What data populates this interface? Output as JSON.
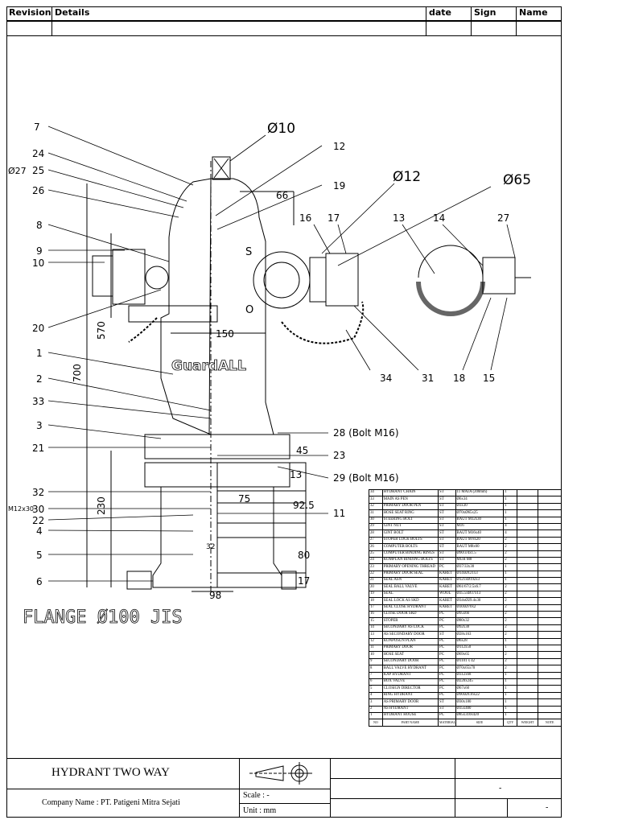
{
  "revision_block": {
    "revision": "Revision",
    "details": "Details",
    "date": "date",
    "sign": "Sign",
    "name": "Name"
  },
  "callouts": {
    "d10": "Ø10",
    "d12": "Ø12",
    "d65": "Ø65",
    "d27": "Ø27",
    "m12": "M12x30",
    "n1": "1",
    "n2": "2",
    "n3": "3",
    "n4": "4",
    "n5": "5",
    "n6": "6",
    "n7": "7",
    "n8": "8",
    "n9": "9",
    "n10": "10",
    "n11": "11",
    "n12": "12",
    "n13": "13",
    "n14": "14",
    "n15": "15",
    "n16": "16",
    "n17": "17",
    "n18": "18",
    "n19": "19",
    "n20": "20",
    "n21": "21",
    "n22": "22",
    "n23": "23",
    "n24": "24",
    "n25": "25",
    "n26": "26",
    "n27": "27",
    "n28": "28 (Bolt M16)",
    "n29": "29 (Bolt M16)",
    "n30": "30",
    "n31": "31",
    "n32": "32",
    "n33": "33",
    "n34": "34"
  },
  "dimensions": {
    "d66": "66",
    "d150": "150",
    "d570": "570",
    "d700": "700",
    "d45": "45",
    "d13": "13",
    "d75": "75",
    "d925": "92.5",
    "d230": "230",
    "d80": "80",
    "d17": "17",
    "d98": "98",
    "d32": "32"
  },
  "body_marks": {
    "s": "S",
    "o": "O",
    "brand": "GuardALL"
  },
  "flange_label": "FLANGE Ø100 JIS",
  "bom": {
    "rows": [
      [
        "34",
        "HYDRANT CHAIN",
        "ST",
        "11 MATA (200mm)",
        "1"
      ],
      [
        "33",
        "MAIN AS PEN",
        "ST",
        "Ø6x34",
        "1"
      ],
      [
        "32",
        "PRIMARY DOOR PEN",
        "ST",
        "Ø3x30",
        "1"
      ],
      [
        "31",
        "HOSE SEAT RING",
        "ST",
        "Ø70xØ65x25",
        "1"
      ],
      [
        "30",
        "STEERING BOLT",
        "ST",
        "BAUT M12x30",
        "1"
      ],
      [
        "29",
        "GINT NUT",
        "ST",
        "M16",
        "4"
      ],
      [
        "28",
        "GINT BOLT",
        "ST",
        "BAUT M16x40",
        "4"
      ],
      [
        "27",
        "STOPER LOCK BOLTS",
        "ST",
        "BAUT M 8x20",
        "2"
      ],
      [
        "26",
        "COMPUTER BOLTS",
        "ST",
        "BAUT M8x60",
        "2"
      ],
      [
        "25",
        "COMPUTER BINDING RINGS",
        "ST",
        "Ø90/3/4x1.5",
        "2"
      ],
      [
        "24",
        "KOMPLAN BINDING BOLTS",
        "ST",
        "MUR M8",
        "2"
      ],
      [
        "23",
        "PRIMARY OPENING THREAD",
        "PC",
        "Ø37/33x30",
        "1"
      ],
      [
        "22",
        "PRIMARY DOOR SEAL",
        "KARET",
        "Ø14xØ121x3",
        "1"
      ],
      [
        "21",
        "SEAL ASN",
        "KARET",
        "Ø121xØ192x3",
        "1"
      ],
      [
        "20",
        "SEAL BALL VALVE",
        "KARET",
        "Ø61/67/2.5x6.7",
        "2"
      ],
      [
        "19",
        "SEAL",
        "WOOL",
        "Ø35.5xØ37x13",
        "2"
      ],
      [
        "18",
        "SEAL LOCK AS SKD",
        "KARET",
        "Ø34xØ29.4x30",
        "2"
      ],
      [
        "17",
        "SEAL CLOSE HYDRANT",
        "KARET",
        "Ø30xØ70x2",
        "2"
      ],
      [
        "16",
        "CLOSE DOOR SKD",
        "PC",
        "Ø95x66",
        "2"
      ],
      [
        "15",
        "STOPER",
        "PC",
        "Ø80x32",
        "2"
      ],
      [
        "14",
        "SECONDARY AS LOCK",
        "PC",
        "Ø92x38",
        "2"
      ],
      [
        "13",
        "AS SECONDARY DOOR",
        "ST",
        "Ø28x163",
        "2"
      ],
      [
        "12",
        "KONPOSUN PLAN",
        "PC",
        "Ø6x28",
        "1"
      ],
      [
        "11",
        "PRIMARY DOOR",
        "PC",
        "Ø112x50",
        "1"
      ],
      [
        "10",
        "HOSE SEAT",
        "PC",
        "Ø69x65",
        "2"
      ],
      [
        "9",
        "SECONDARY DOOR",
        "PC",
        "Ø1101 x 42",
        "2"
      ],
      [
        "8",
        "BALL VALVE HYDRANT",
        "PC",
        "Ø70x65x70",
        "2"
      ],
      [
        "7",
        "KAP HYDRANT",
        "PC",
        "Ø312x68",
        "1"
      ],
      [
        "6",
        "BOX VALVE",
        "PC",
        "Ø220x245",
        "1"
      ],
      [
        "5",
        "CLOSIGN DIRECTOR",
        "PC",
        "Ø67x60",
        "1"
      ],
      [
        "4",
        "RING HYDRANT",
        "PC",
        "Ø90xØ116x22",
        "1"
      ],
      [
        "3",
        "AS PRIMARY DOOR",
        "ST",
        "Ø30x180",
        "1"
      ],
      [
        "2",
        "AS HYDRANT",
        "ST",
        "Ø35x400",
        "1"
      ],
      [
        "1",
        "HYDRANT HOUSE",
        "PC",
        "Ø85x310x420",
        "1"
      ]
    ],
    "header": [
      "NO",
      "PART NAME",
      "MATERIAL",
      "SIZE",
      "QTY",
      "WEIGHT",
      "NOTE"
    ]
  },
  "title_block": {
    "title": "HYDRANT TWO WAY",
    "company": "Company Name : PT. Patigeni  Mitra Sejati",
    "scale": "Scale : -",
    "unit": "Unit  : mm",
    "dash1": "-",
    "dash2": "-"
  }
}
